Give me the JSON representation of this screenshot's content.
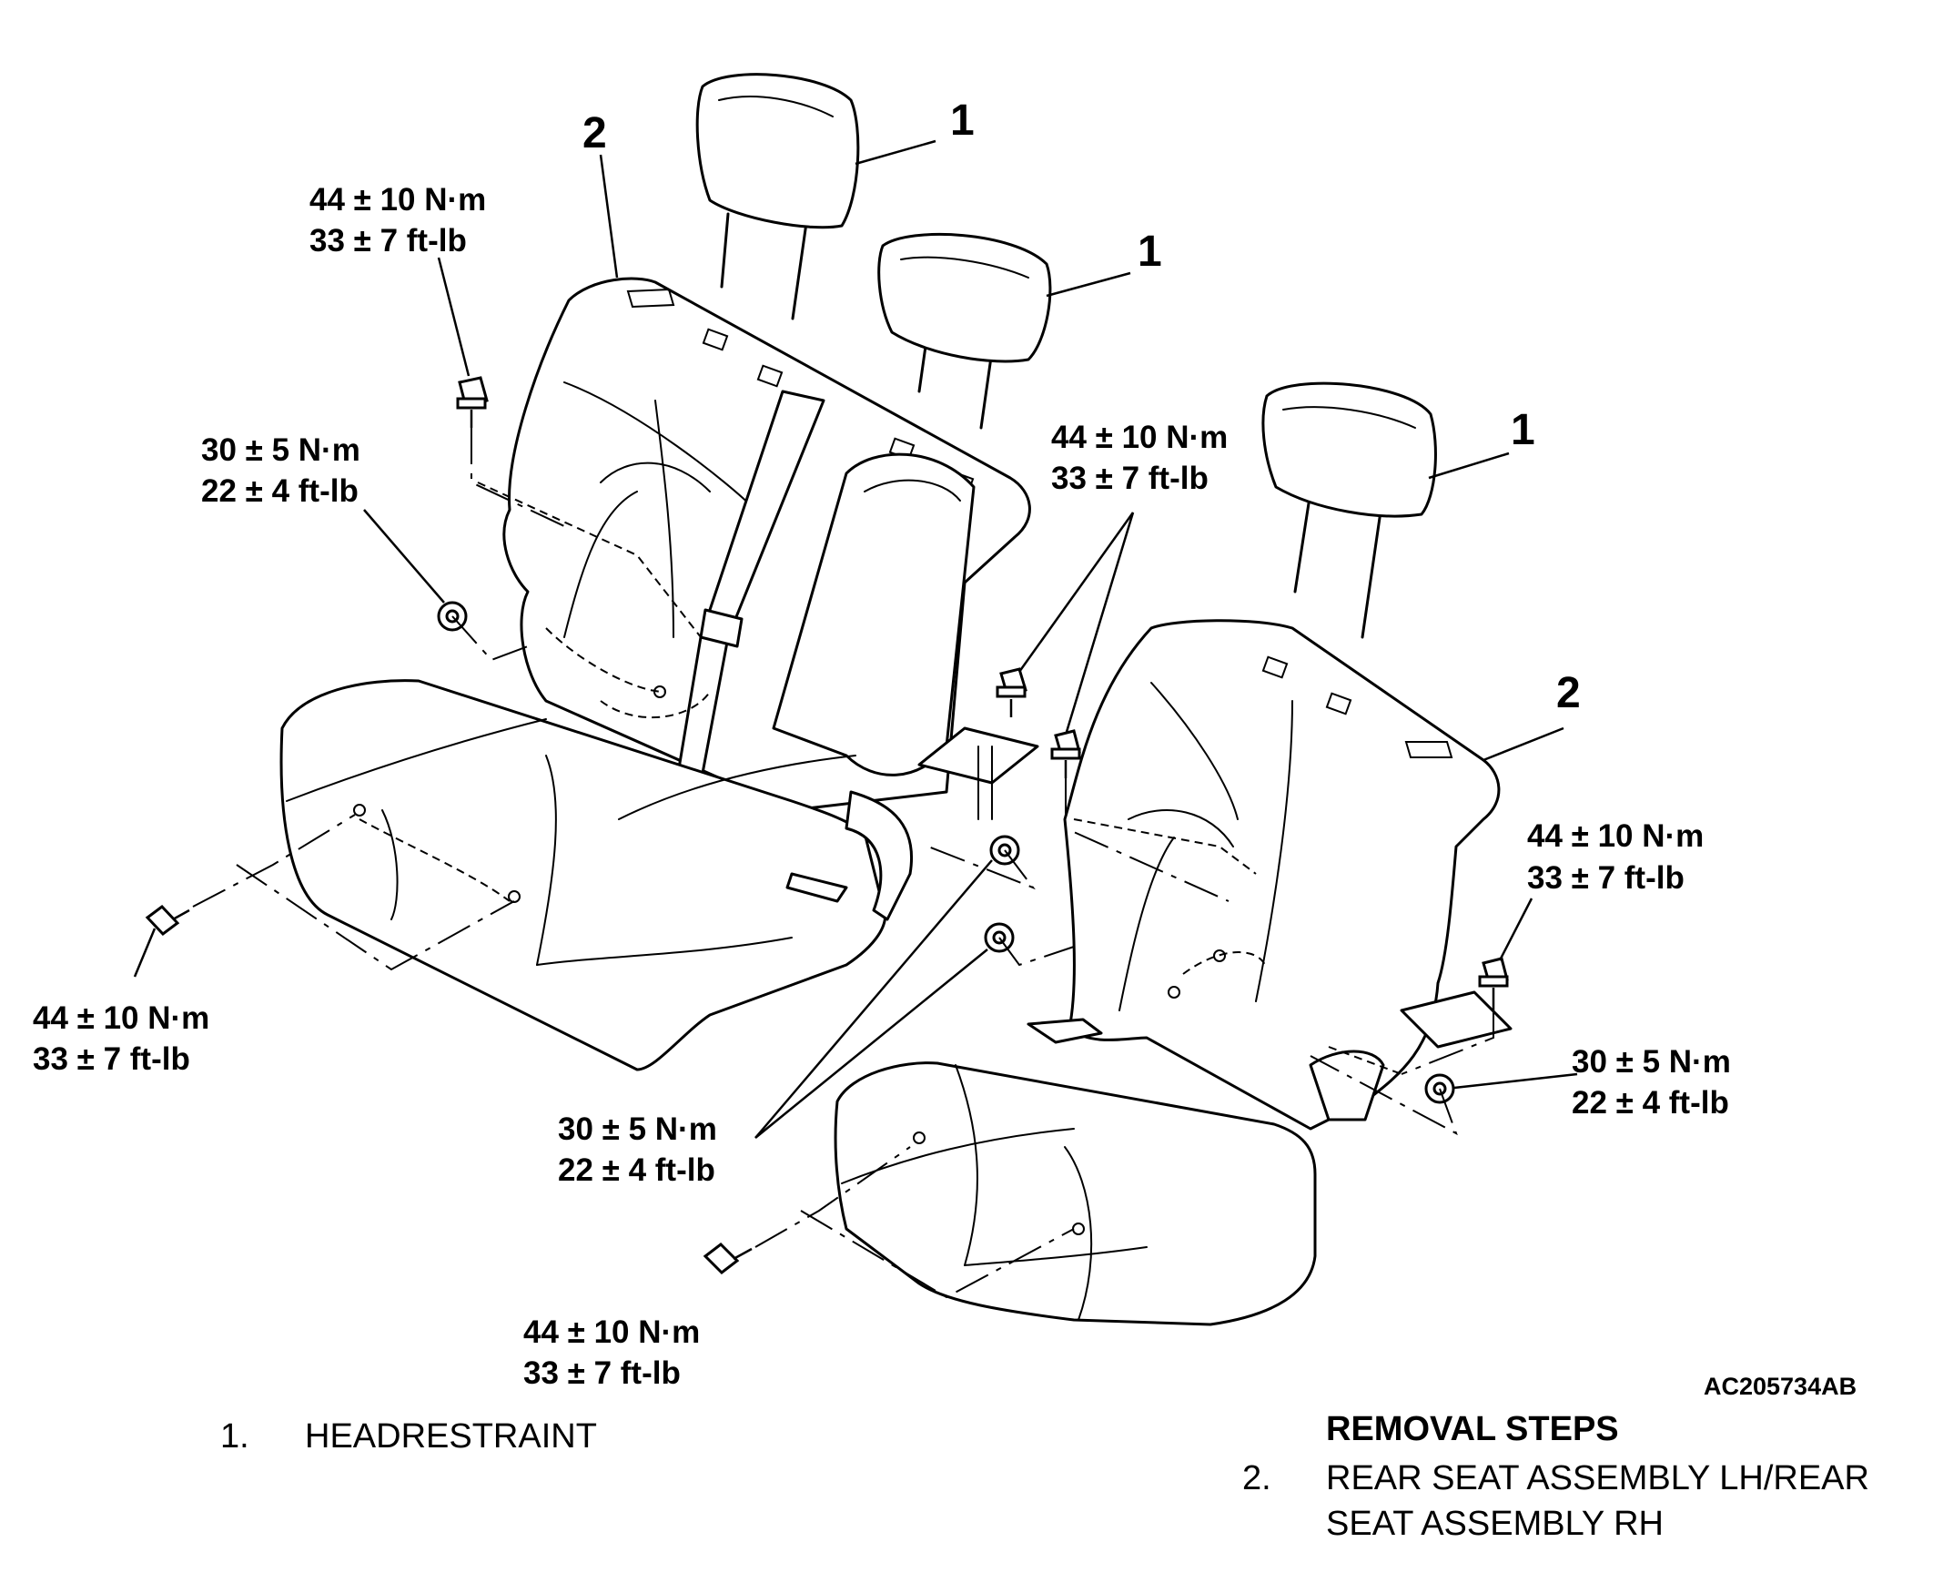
{
  "callouts": {
    "headrest_1": "1",
    "headrest_2": "1",
    "headrest_3": "1",
    "seat_lh": "2",
    "seat_rh": "2"
  },
  "torques": {
    "top_left_nm": "44 ± 10 N·m",
    "top_left_ftlb": "33 ± 7 ft-lb",
    "mid_left_nm": "30 ± 5 N·m",
    "mid_left_ftlb": "22 ± 4 ft-lb",
    "center_nm": "44 ± 10 N·m",
    "center_ftlb": "33 ± 7 ft-lb",
    "right_nm": "44 ± 10 N·m",
    "right_ftlb": "33 ± 7 ft-lb",
    "bottom_left_nm": "44 ± 10 N·m",
    "bottom_left_ftlb": "33 ± 7 ft-lb",
    "bottom_center_nm": "30 ± 5 N·m",
    "bottom_center_ftlb": "22 ± 4 ft-lb",
    "right_lower_nm": "30 ± 5 N·m",
    "right_lower_ftlb": "22 ± 4 ft-lb",
    "bottom_nm": "44 ± 10 N·m",
    "bottom_ftlb": "33 ± 7 ft-lb"
  },
  "figure_code": "AC205734AB",
  "legend": {
    "item1_num": "1.",
    "item1_text": "HEADRESTRAINT",
    "heading": "REMOVAL STEPS",
    "item2_num": "2.",
    "item2_line1": "REAR SEAT ASSEMBLY LH/REAR",
    "item2_line2": "SEAT ASSEMBLY RH"
  }
}
